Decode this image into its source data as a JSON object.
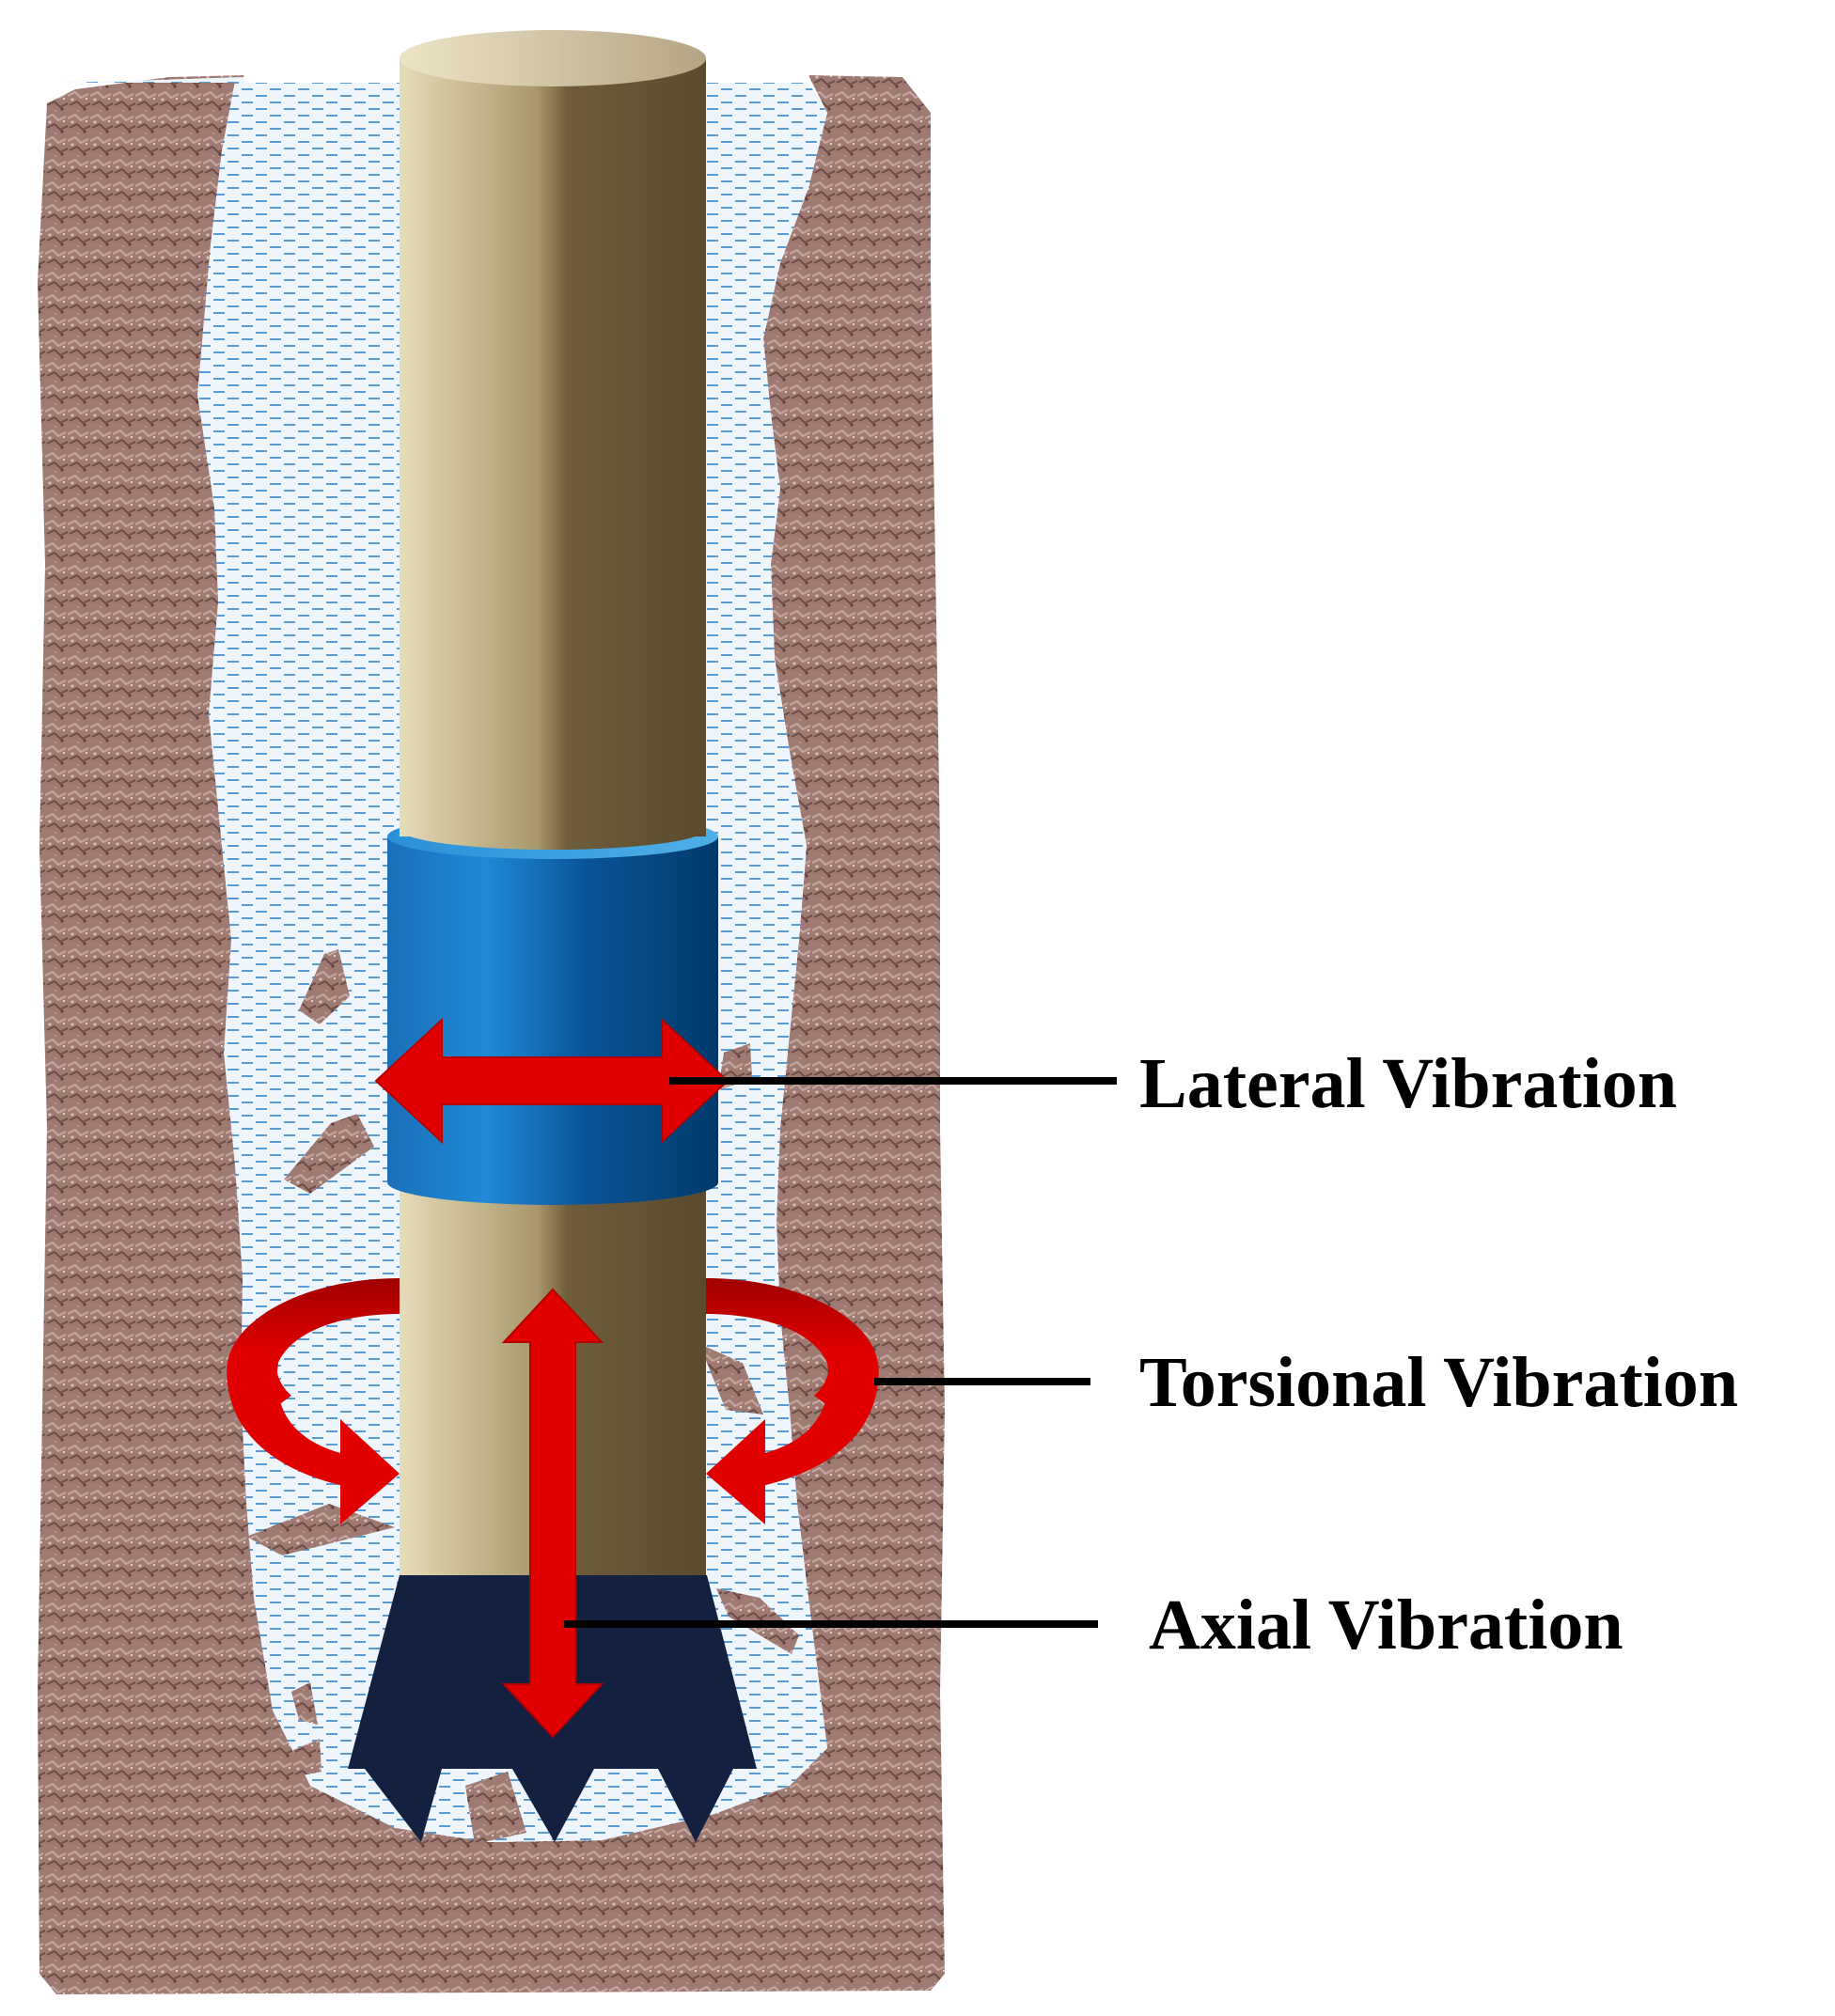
{
  "labels": {
    "lateral": "Lateral Vibration",
    "torsional": "Torsional Vibration",
    "axial": "Axial Vibration"
  },
  "colors": {
    "rock": "#9e7a72",
    "rock_dark": "#7a5650",
    "fluid_background": "#eef5fc",
    "fluid_dash": "#5b9bd5",
    "pipe_light": "#e6dcb8",
    "pipe_dark": "#5a4a2f",
    "stabilizer_light": "#1f8ad6",
    "stabilizer_dark": "#003a6b",
    "bit": "#14203f",
    "arrow_red": "#e00000",
    "arrow_dark_red": "#b50000",
    "leader_line": "#000000"
  },
  "icons": {
    "lateral_arrow": "double-headed-horizontal-arrow",
    "axial_arrow": "double-headed-vertical-arrow",
    "torsional_arrow": "curved-rotation-arrows"
  }
}
